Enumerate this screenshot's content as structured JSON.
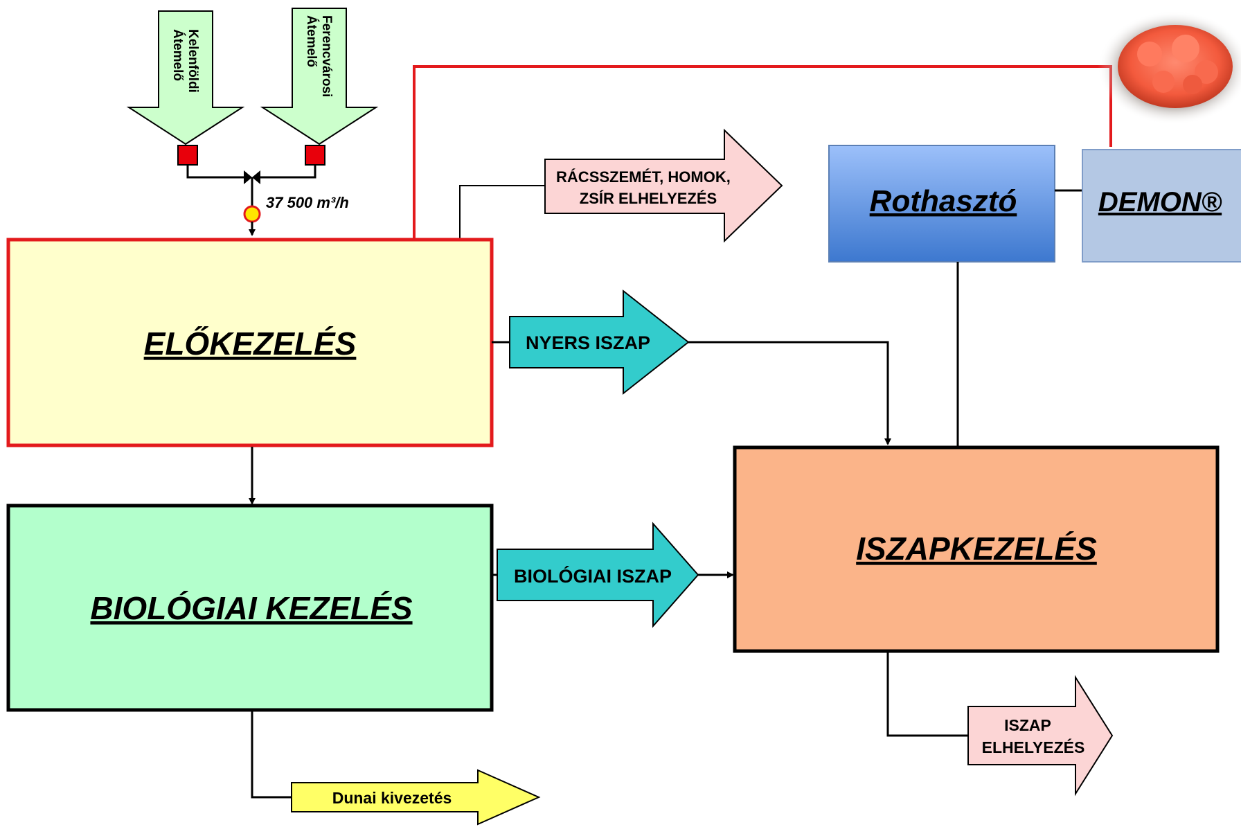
{
  "boxes": {
    "pretreatment": "ELŐKEZELÉS",
    "biological": "BIOLÓGIAI KEZELÉS",
    "sludge_treatment": "ISZAPKEZELÉS",
    "digester": "Rothasztó",
    "demon": "DEMON®"
  },
  "inflows": {
    "kelenfold": [
      "Kelenföldi",
      "Átemelő"
    ],
    "ferencvaros": [
      "Ferencvárosi",
      "Átemelő"
    ],
    "flow_rate": "37 500 m³/h"
  },
  "arrows": {
    "screenings": [
      "RÁCSSZEMÉT, HOMOK,",
      "ZSÍR ELHELYEZÉS"
    ],
    "raw_sludge": "NYERS ISZAP",
    "bio_sludge": "BIOLÓGIAI ISZAP",
    "sludge_disposal": [
      "ISZAP",
      "ELHELYEZÉS"
    ],
    "danube_outlet": "Dunai kivezetés"
  },
  "colors": {
    "pretreatment_fill": "#ffffcc",
    "pretreatment_border": "#e31a1c",
    "biological_fill": "#b3ffcc",
    "sludge_fill": "#fbb489",
    "digester_fill": "#6a9be8",
    "demon_fill": "#b4c8e4",
    "teal_arrow": "#33cccc",
    "pink_arrow": "#fcd5d5",
    "yellow_arrow": "#ffff66",
    "green_arrow": "#ccffcc",
    "pump_red": "#e8000b",
    "red_line": "#e31a1c"
  }
}
